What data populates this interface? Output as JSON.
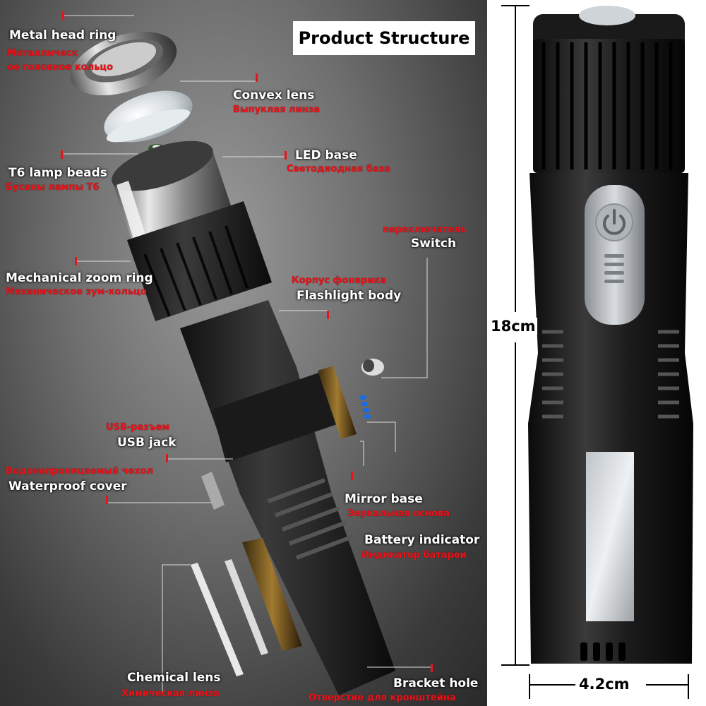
{
  "title": "Product Structure",
  "parts": {
    "metal_head_ring": {
      "en": "Metal head ring",
      "ru1": "Металлическ",
      "ru2": "ое головное кольцо"
    },
    "convex_lens": {
      "en": "Convex lens",
      "ru": "Выпуклая линза"
    },
    "led_base": {
      "en": "LED base",
      "ru": "Светодиодная база"
    },
    "t6_lamp_beads": {
      "en": "T6 lamp beads",
      "ru": "Бусины лампы Т6"
    },
    "switch": {
      "ru": "переключатель",
      "en": "Switch"
    },
    "mechanical_zoom_ring": {
      "en": "Mechanical zoom ring",
      "ru": "Механическое зум-кольцо"
    },
    "flashlight_body": {
      "ru": "Корпус фонарика",
      "en": "Flashlight body"
    },
    "usb_jack": {
      "ru": "USB-разъем",
      "en": "USB jack"
    },
    "waterproof_cover": {
      "ru": "Водонепроницаемый чехол",
      "en": "Waterproof cover"
    },
    "mirror_base": {
      "en": "Mirror base",
      "ru": "Зеркальная основа"
    },
    "battery_indicator": {
      "en": "Battery indicator",
      "ru": "Индикатор батареи"
    },
    "chemical_lens": {
      "en": "Chemical lens",
      "ru": "Химическая линза"
    },
    "bracket_hole": {
      "en": "Bracket hole",
      "ru": "Отверстие для кронштейна"
    }
  },
  "dimensions": {
    "length": "18cm",
    "width": "4.2cm"
  },
  "colors": {
    "english_label": "#ffffff",
    "russian_label": "#e8141a",
    "indicator_led": "#1e6be0"
  }
}
